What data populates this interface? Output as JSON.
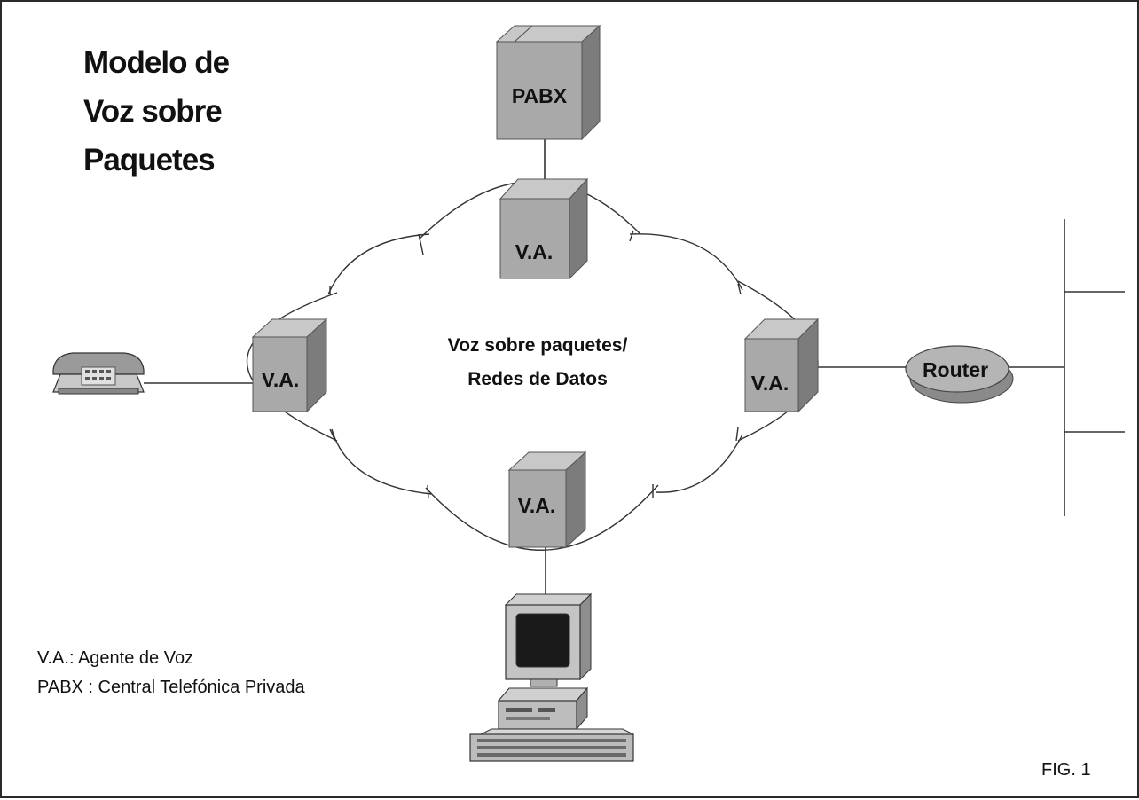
{
  "title": {
    "lines": [
      "Modelo de",
      "Voz sobre",
      "Paquetes"
    ]
  },
  "cloud": {
    "lines": [
      "Voz sobre paquetes/",
      "Redes de Datos"
    ]
  },
  "nodes": {
    "pabx": "PABX",
    "va_top": "V.A.",
    "va_left": "V.A.",
    "va_right": "V.A.",
    "va_bottom": "V.A.",
    "router": "Router"
  },
  "legend": [
    "V.A.:  Agente de Voz",
    "PABX : Central  Telefónica Privada"
  ],
  "figure_label": "FIG. 1",
  "colors": {
    "box_front": "#a9a9a9",
    "box_top": "#c8c8c8",
    "box_side": "#7c7c7c",
    "router_fill": "#b5b5b5",
    "line": "#333333"
  },
  "icons": [
    "telephone-icon",
    "computer-icon"
  ]
}
